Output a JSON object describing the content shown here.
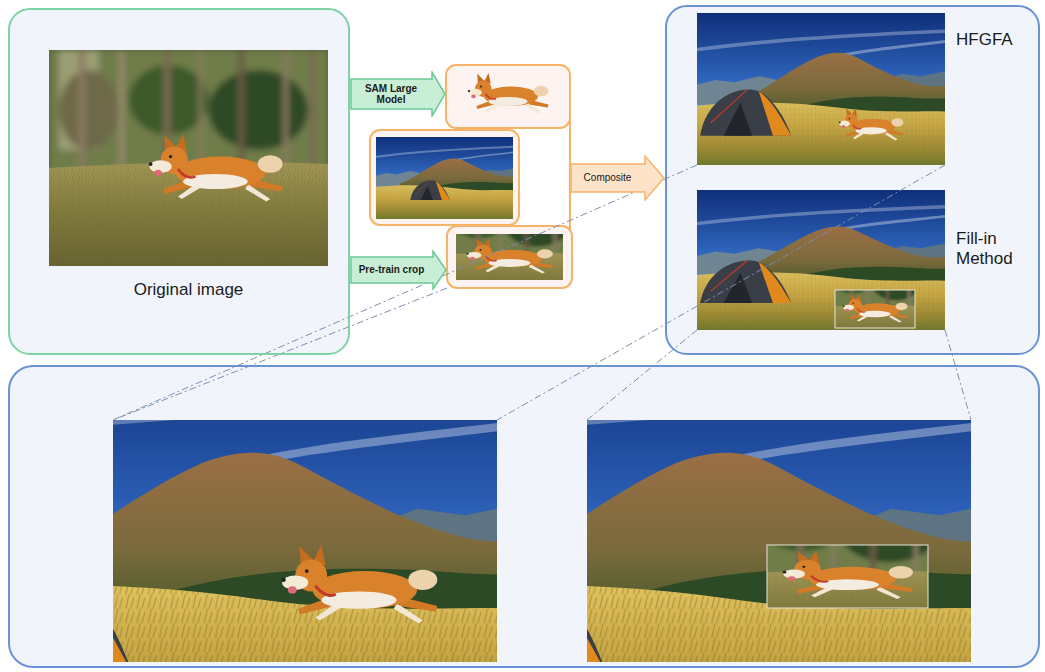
{
  "diagram": {
    "nodes": [
      {
        "text": [
          "Original image"
        ]
      },
      {
        "text": [
          "SAM Large Model"
        ]
      },
      {
        "text": [
          "Pre-train crop"
        ]
      },
      {
        "text": [
          "Composite"
        ]
      },
      {
        "text": [
          "HFGFA",
          "Fill-in Method"
        ]
      }
    ]
  }
}
